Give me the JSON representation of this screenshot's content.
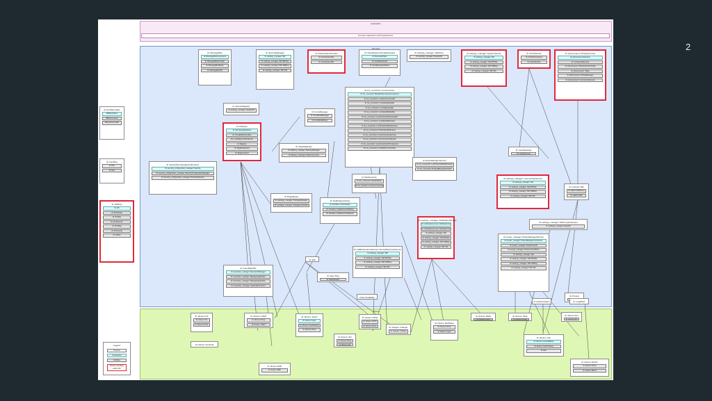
{
  "slide": {
    "number": "2"
  },
  "layers": {
    "application": "Application",
    "application_bar": "Intrusion Application (RTA Application)",
    "services": "Services",
    "drivers": "Drivers"
  },
  "legend": {
    "title": "Legend",
    "items": [
      "Process",
      "Component",
      "Interface"
    ],
    "highlight_note": "Drivers providing public API"
  },
  "colors": {
    "background": "#1e2a2f",
    "application_layer": "#f9e8f5",
    "services_layer": "#dbe7fb",
    "drivers_layer": "#dff7b4",
    "highlight": "#e0283a",
    "component": "#d9fbfb"
  },
  "left_boxes": [
    {
      "title": "tb::lib::BsbLoader",
      "rows": [
        "tbBsbListView",
        "tbBsbLaunchee",
        "tbDynamicLoader"
      ]
    },
    {
      "title": "tb::CanDirty",
      "rows": [
        "tb::Dev",
        "tb::Dev"
      ]
    },
    {
      "title": "tb::OSDirty",
      "rows": [
        "tb::OS",
        "tb::PmtFsStat",
        "tb::PmtEfe",
        "tb::PmtSession",
        "tb::PmtFlag",
        "tb::PmtConfig",
        "tb::OSTel"
      ]
    }
  ],
  "service_boxes": [
    {
      "title": "tb::MessageBus",
      "rows": [
        "tb::MessageBusComponent",
        "tb::MessageBusProvider",
        "tb::MessageBusRoute",
        "tb::MessageBusFS"
      ]
    },
    {
      "title": "tb::SecurityManager",
      "rows": [
        "tb::settings_manager::SM",
        "tb::settings_manager::SM::BKSSe",
        "tb::settings_manager::SM::SMRng",
        "tb::settings_manager::SM::SM"
      ]
    },
    {
      "title": "tb::AuthorizationProvider",
      "rows": [
        "tb::Contextprovider",
        "tb::Contextprovider"
      ]
    },
    {
      "title": "tb::VisualSystemVirtualKeyboard",
      "rows": [
        "tb::KeyboardClient",
        "tb::VirtualKeyboard",
        "tb::VisualKeyboardClient"
      ]
    },
    {
      "title": "tb::settings_manager::HalClient",
      "rows": [
        "tb::settings_manager::SimpleCB"
      ]
    },
    {
      "title": "tb::settings_manager::SystemService",
      "rows": [
        "tb::settings_manager::SM",
        "tb::settings_manager::SM::BKSSe",
        "tb::settings_manager::SM::SMRng",
        "tb::settings_manager::SM::SM"
      ]
    },
    {
      "title": "tb::ClockService",
      "rows": [
        "tb::ClockComponent",
        "tb::ClockService"
      ]
    },
    {
      "title": "tb::phenomenon::PhaseServices",
      "rows": [
        "tb::phenomenonServices",
        "tb::ContextsTelemetry",
        "tb::phenomenon::PhaseServiceConfig",
        "tb::phenomenon::State",
        "tb::phenomenon::PhaseManager",
        "tb::phenomenon::ConnectionService"
      ]
    },
    {
      "title": "tb::ServiceRegistry",
      "rows": [
        "tb::settings_manager::SimpleCB"
      ]
    },
    {
      "title": "tb::Modules",
      "rows": [
        "tb::ServiceApplications",
        "tb::VirtualMachineClient",
        "func_IdealityFunctionServer",
        "tb::Registry",
        "tb::RegistryService",
        "tb::RegistryClient"
      ]
    },
    {
      "title": "tb::FontsManager",
      "rows": [
        "tb::FontModelManager",
        "tb::FontModelPolicy"
      ]
    },
    {
      "title": "tb::ClientMyEntity",
      "rows": [
        "tb::delivery_manager::DeliveryManager",
        "tb::delivery_manager::DeliveryContext"
      ]
    },
    {
      "title": "tb::lux_connector::LuxConnector",
      "rows": [
        "tb::lux_connector::BasePerformanceComponent",
        "tb::lux_connector::LuxDeviceController",
        "tb::lux_connector::LuxSettingsHolder",
        "tb::lux_connector::LuxStatusHolder",
        "tb::lux_connector::LuxStatusBarRelIter",
        "tb::lux_connector::LuxClientCertsDownloader",
        "tb::lux_connector::LuxStatusBarFrame",
        "tb::lux_connector::LuxProtectedStateFrames",
        "tb::lux_connector::ProtectionDataFrame",
        "tb::lux_connector::LuxConnectionService",
        "tb::lux_connector::LuxConnectionDenied",
        "tb::lux_connector::LuxConnectionPCompound",
        "tb::lux_connector::LuxPlatformController"
      ]
    },
    {
      "title": "tb::EventManagerService",
      "rows": [
        "tb::lux_connector::LuxProtectedDataProvider",
        "tb::lux_connector::ProductBrowserProvider"
      ]
    },
    {
      "title": "tb::DeviceSecurityAgentCoherence",
      "rows": [
        "tb::security_configuration_manager::Security",
        "tb::security_configuration_manager::SecurityConfigurationManager",
        "tb::security_configuration_manager::ProductSelection"
      ]
    },
    {
      "title": "tb::Webservices",
      "rows": [
        "tb::lux_connector::RestPolicies",
        "tb::lux_network::LuxCommController"
      ]
    },
    {
      "title": "tb::LetIntSettings",
      "rows": [
        "tb::LetIntServices"
      ]
    },
    {
      "title": "tb::settings_manager::ConnectivityService",
      "rows": [
        "tb::settings_manager::SM",
        "tb::settings_manager::SM::BKSSe",
        "tb::settings_manager::SM::SMRng",
        "tb::settings_manager::SM::SM"
      ]
    },
    {
      "title": "tb::network::Wifi",
      "rows": [
        "tb::platformWifiproxy",
        "tb::platformWifi"
      ]
    },
    {
      "title": "tb::PluginEntity",
      "rows": [
        "tb::package_manager::PackageManager",
        "tb::package_manager::PackageController"
      ]
    },
    {
      "title": "tb::NotificationActivity",
      "rows": [
        "tb::Interface::Orchestrator",
        "tb::Interface::UpdateControlDialog",
        "tb::Interface::UpdateControlDevice"
      ]
    },
    {
      "title": "tb::settings_manager::NetProgramSystem",
      "rows": [
        "tb::settings_manager::NetgCR"
      ]
    },
    {
      "title": "tb::settings_manager::NotificationService",
      "rows": [
        "tb::notificationservice::NotificationControlComponent",
        "tb::notificationservice::NotificationControl",
        "tb::settings_manager::SM",
        "tb::settings_manager::SM::BKSSe",
        "tb::settings_manager::SM::SMRng",
        "tb::settings_manager::SM::SM"
      ]
    },
    {
      "title": "tb::power_manager::PowerManagerService",
      "rows": [
        "tb::power_manager::PowerManagerComponent",
        "tb::power_manager::PowerControl",
        "tb::power_manager::SchemeOnOffOne",
        "tb::settings_manager::SM",
        "tb::settings_manager::SM::BKSSe",
        "tb::settings_manager::SM::SMRng",
        "tb::settings_manager::SM::SM"
      ]
    },
    {
      "title": "tb::Wifi",
      "rows": []
    },
    {
      "title": "tb::ConnMgrCWs",
      "rows": [
        "tb::execution_manager::ExecutionManager",
        "tb::execution_manager::ManageApplication",
        "tb::execution_manager::ManageApplication",
        "tb::execution_manager::ApplicationControl"
      ]
    },
    {
      "title": "tb::AdMaintenanceService::SimLabRuntimeService",
      "rows": [
        "tb::settings_manager::SM",
        "tb::settings_manager::SM::BKSSe",
        "tb::settings_manager::SM::SMRng",
        "tb::settings_manager::SM::SM"
      ]
    },
    {
      "title": "tb::App::Plug",
      "rows": [
        "tb::SlApplication"
      ]
    },
    {
      "title": "tb::Privacy",
      "rows": [
        "tb::Bt"
      ]
    },
    {
      "title": "tb::Authentication",
      "rows": []
    },
    {
      "title": "tb::LogWriter",
      "rows": []
    }
  ],
  "driver_boxes": [
    {
      "title": "tb::drivers::FS",
      "rows": [
        "tb::drivers::FS",
        "tb::drivers::Drive"
      ]
    },
    {
      "title": "tb::drivers::Terminal",
      "rows": []
    },
    {
      "title": "tb::drivers::UART",
      "rows": [
        "tb::drivers::Drive",
        "tb::drivers::UART"
      ]
    },
    {
      "title": "tb::drivers::Touch",
      "rows": [
        "tb::drivers::Layer",
        "tb::drivers::TouchSwitch",
        "tb::drivers::Drive"
      ]
    },
    {
      "title": "tb::drivers::GPIO",
      "rows": [
        "tb::drivers::GPIO",
        "tb::drivers::Drive"
      ]
    },
    {
      "title": "tb::drivers::I2C",
      "rows": [
        "tb::drivers::Drive",
        "tb::drivers::I2C"
      ]
    },
    {
      "title": "tb::charger::Charger",
      "rows": [
        "tb::charger::Charger"
      ]
    },
    {
      "title": "tb::drivers::MeItQuier",
      "rows": [
        "tb::drivers::Drive",
        "tb::drivers::Layer"
      ]
    },
    {
      "title": "tb::drivers::RMS",
      "rows": [
        "tb::drivers::RMS"
      ]
    },
    {
      "title": "tb::drivers::Wow",
      "rows": [
        "tb::drivers::Drive"
      ]
    },
    {
      "title": "tb::drivers::Evt",
      "rows": [
        "tb::drivers::Evt"
      ]
    },
    {
      "title": "tb::drivers::Can",
      "rows": [
        "tb::drivers::CanChipBase",
        "tb::drivers::CanThinking",
        "tb::Exit"
      ]
    },
    {
      "title": "tb::drivers::ECAN",
      "rows": [
        "tb::drivers::Drive",
        "tb::drivers::Blend"
      ]
    },
    {
      "title": "tb::drivers::ESP",
      "rows": [
        "tb::drivers::ESP"
      ]
    },
    {
      "title": "photo Fudalable",
      "rows": []
    }
  ]
}
